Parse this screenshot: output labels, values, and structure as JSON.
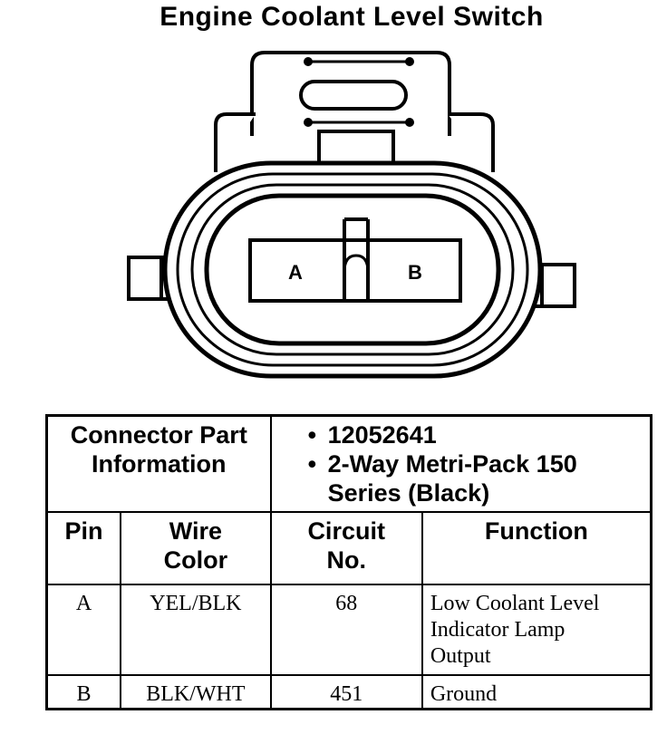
{
  "title": "Engine Coolant Level Switch",
  "connector": {
    "pin_a_label": "A",
    "pin_b_label": "B"
  },
  "info": {
    "label_line1": "Connector Part",
    "label_line2": "Information",
    "bullet": "•",
    "part_number": "12052641",
    "description_line1": "2-Way Metri-Pack 150",
    "description_line2": "Series (Black)"
  },
  "columns": {
    "pin": "Pin",
    "wire_color_line1": "Wire",
    "wire_color_line2": "Color",
    "circuit_line1": "Circuit",
    "circuit_line2": "No.",
    "function": "Function"
  },
  "rows": [
    {
      "pin": "A",
      "wire_color": "YEL/BLK",
      "circuit": "68",
      "function_line1": "Low Coolant Level",
      "function_line2": "Indicator Lamp",
      "function_line3": "Output"
    },
    {
      "pin": "B",
      "wire_color": "BLK/WHT",
      "circuit": "451",
      "function_line1": "Ground"
    }
  ]
}
